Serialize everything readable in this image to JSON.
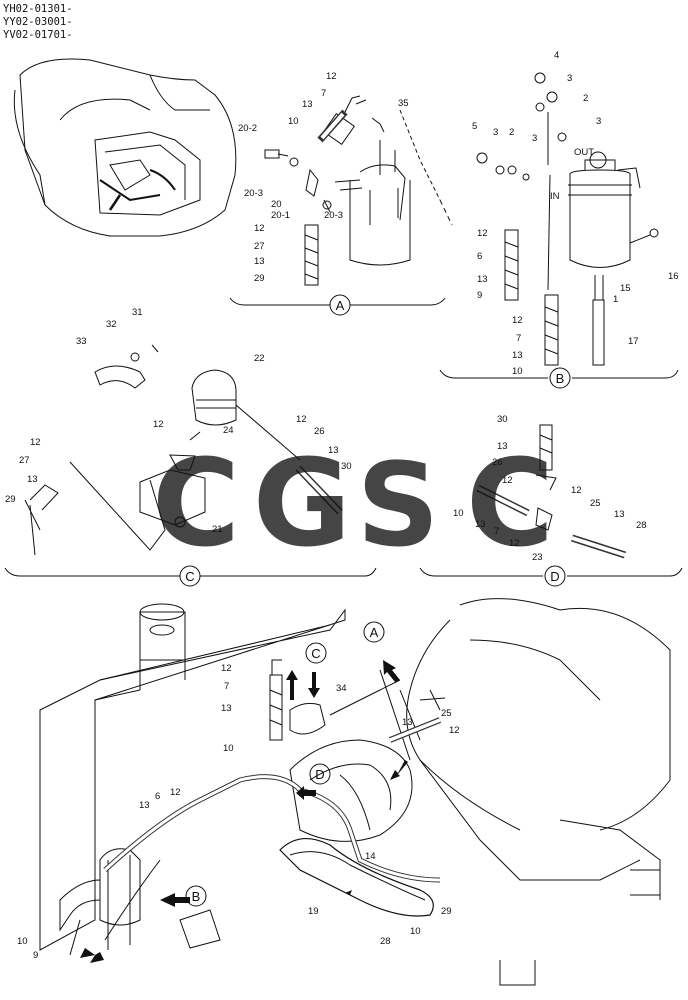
{
  "header": {
    "serials": [
      "YH02-01301-",
      "YY02-03001-",
      "YV02-01701-"
    ]
  },
  "views": {
    "A": {
      "letter": "A",
      "callouts": [
        "12",
        "7",
        "13",
        "10",
        "35",
        "20-2",
        "20-3",
        "20",
        "20-1",
        "20-3",
        "12",
        "27",
        "13",
        "29"
      ]
    },
    "B": {
      "letter": "B",
      "callouts": [
        "4",
        "3",
        "2",
        "3",
        "5",
        "3",
        "2",
        "3",
        "OUT",
        "IN",
        "12",
        "6",
        "13",
        "9",
        "15",
        "16",
        "1",
        "12",
        "7",
        "13",
        "10",
        "17"
      ]
    },
    "C": {
      "letter": "C",
      "callouts": [
        "31",
        "32",
        "33",
        "22",
        "12",
        "24",
        "12",
        "26",
        "13",
        "30",
        "12",
        "27",
        "13",
        "29",
        "21"
      ]
    },
    "D": {
      "letter": "D",
      "callouts": [
        "30",
        "13",
        "26",
        "12",
        "10",
        "13",
        "7",
        "12",
        "12",
        "25",
        "13",
        "28",
        "23"
      ]
    }
  },
  "main": {
    "view_markers": [
      "A",
      "C",
      "D",
      "B"
    ],
    "callouts": [
      "12",
      "7",
      "13",
      "10",
      "34",
      "13",
      "25",
      "12",
      "14",
      "13",
      "6",
      "12",
      "19",
      "29",
      "28",
      "10",
      "10",
      "9"
    ]
  },
  "watermark": {
    "letters": [
      "C",
      "G",
      "S",
      "C"
    ],
    "colors": [
      "#4285F4",
      "#EA4335",
      "#FBBC05",
      "#34A853"
    ]
  }
}
